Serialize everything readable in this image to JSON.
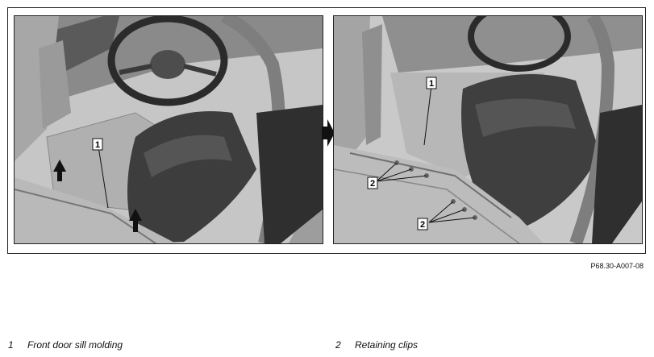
{
  "figure": {
    "code": "P68.30-A007-08",
    "left_panel": {
      "callouts": [
        "1"
      ]
    },
    "right_panel": {
      "callouts": [
        "1",
        "2",
        "2"
      ]
    }
  },
  "legend": [
    {
      "number": "1",
      "text": "Front door sill molding"
    },
    {
      "number": "2",
      "text": "Retaining clips"
    }
  ]
}
